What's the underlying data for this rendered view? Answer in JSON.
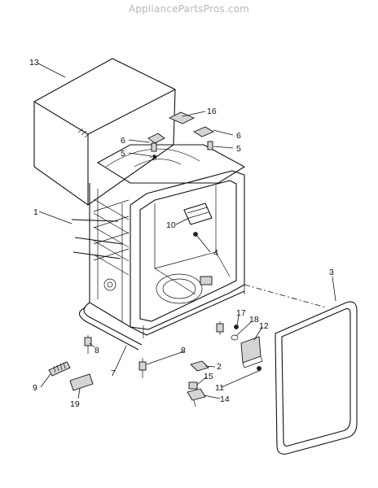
{
  "watermark": "AppliancePartsPros.com",
  "callouts": [
    {
      "id": "c13",
      "text": "13"
    },
    {
      "id": "c16",
      "text": "16"
    },
    {
      "id": "c6a",
      "text": "6"
    },
    {
      "id": "c5a",
      "text": "5"
    },
    {
      "id": "c6b",
      "text": "6"
    },
    {
      "id": "c5b",
      "text": "5"
    },
    {
      "id": "c1",
      "text": "1"
    },
    {
      "id": "c10",
      "text": "10"
    },
    {
      "id": "c4",
      "text": "4"
    },
    {
      "id": "c3",
      "text": "3"
    },
    {
      "id": "c17",
      "text": "17"
    },
    {
      "id": "c18",
      "text": "18"
    },
    {
      "id": "c12",
      "text": "12"
    },
    {
      "id": "c8a",
      "text": "8"
    },
    {
      "id": "c8b",
      "text": "8"
    },
    {
      "id": "c2",
      "text": "2"
    },
    {
      "id": "c15",
      "text": "15"
    },
    {
      "id": "c11",
      "text": "11"
    },
    {
      "id": "c14",
      "text": "14"
    },
    {
      "id": "c9",
      "text": "9"
    },
    {
      "id": "c7",
      "text": "7"
    },
    {
      "id": "c19",
      "text": "19"
    }
  ]
}
